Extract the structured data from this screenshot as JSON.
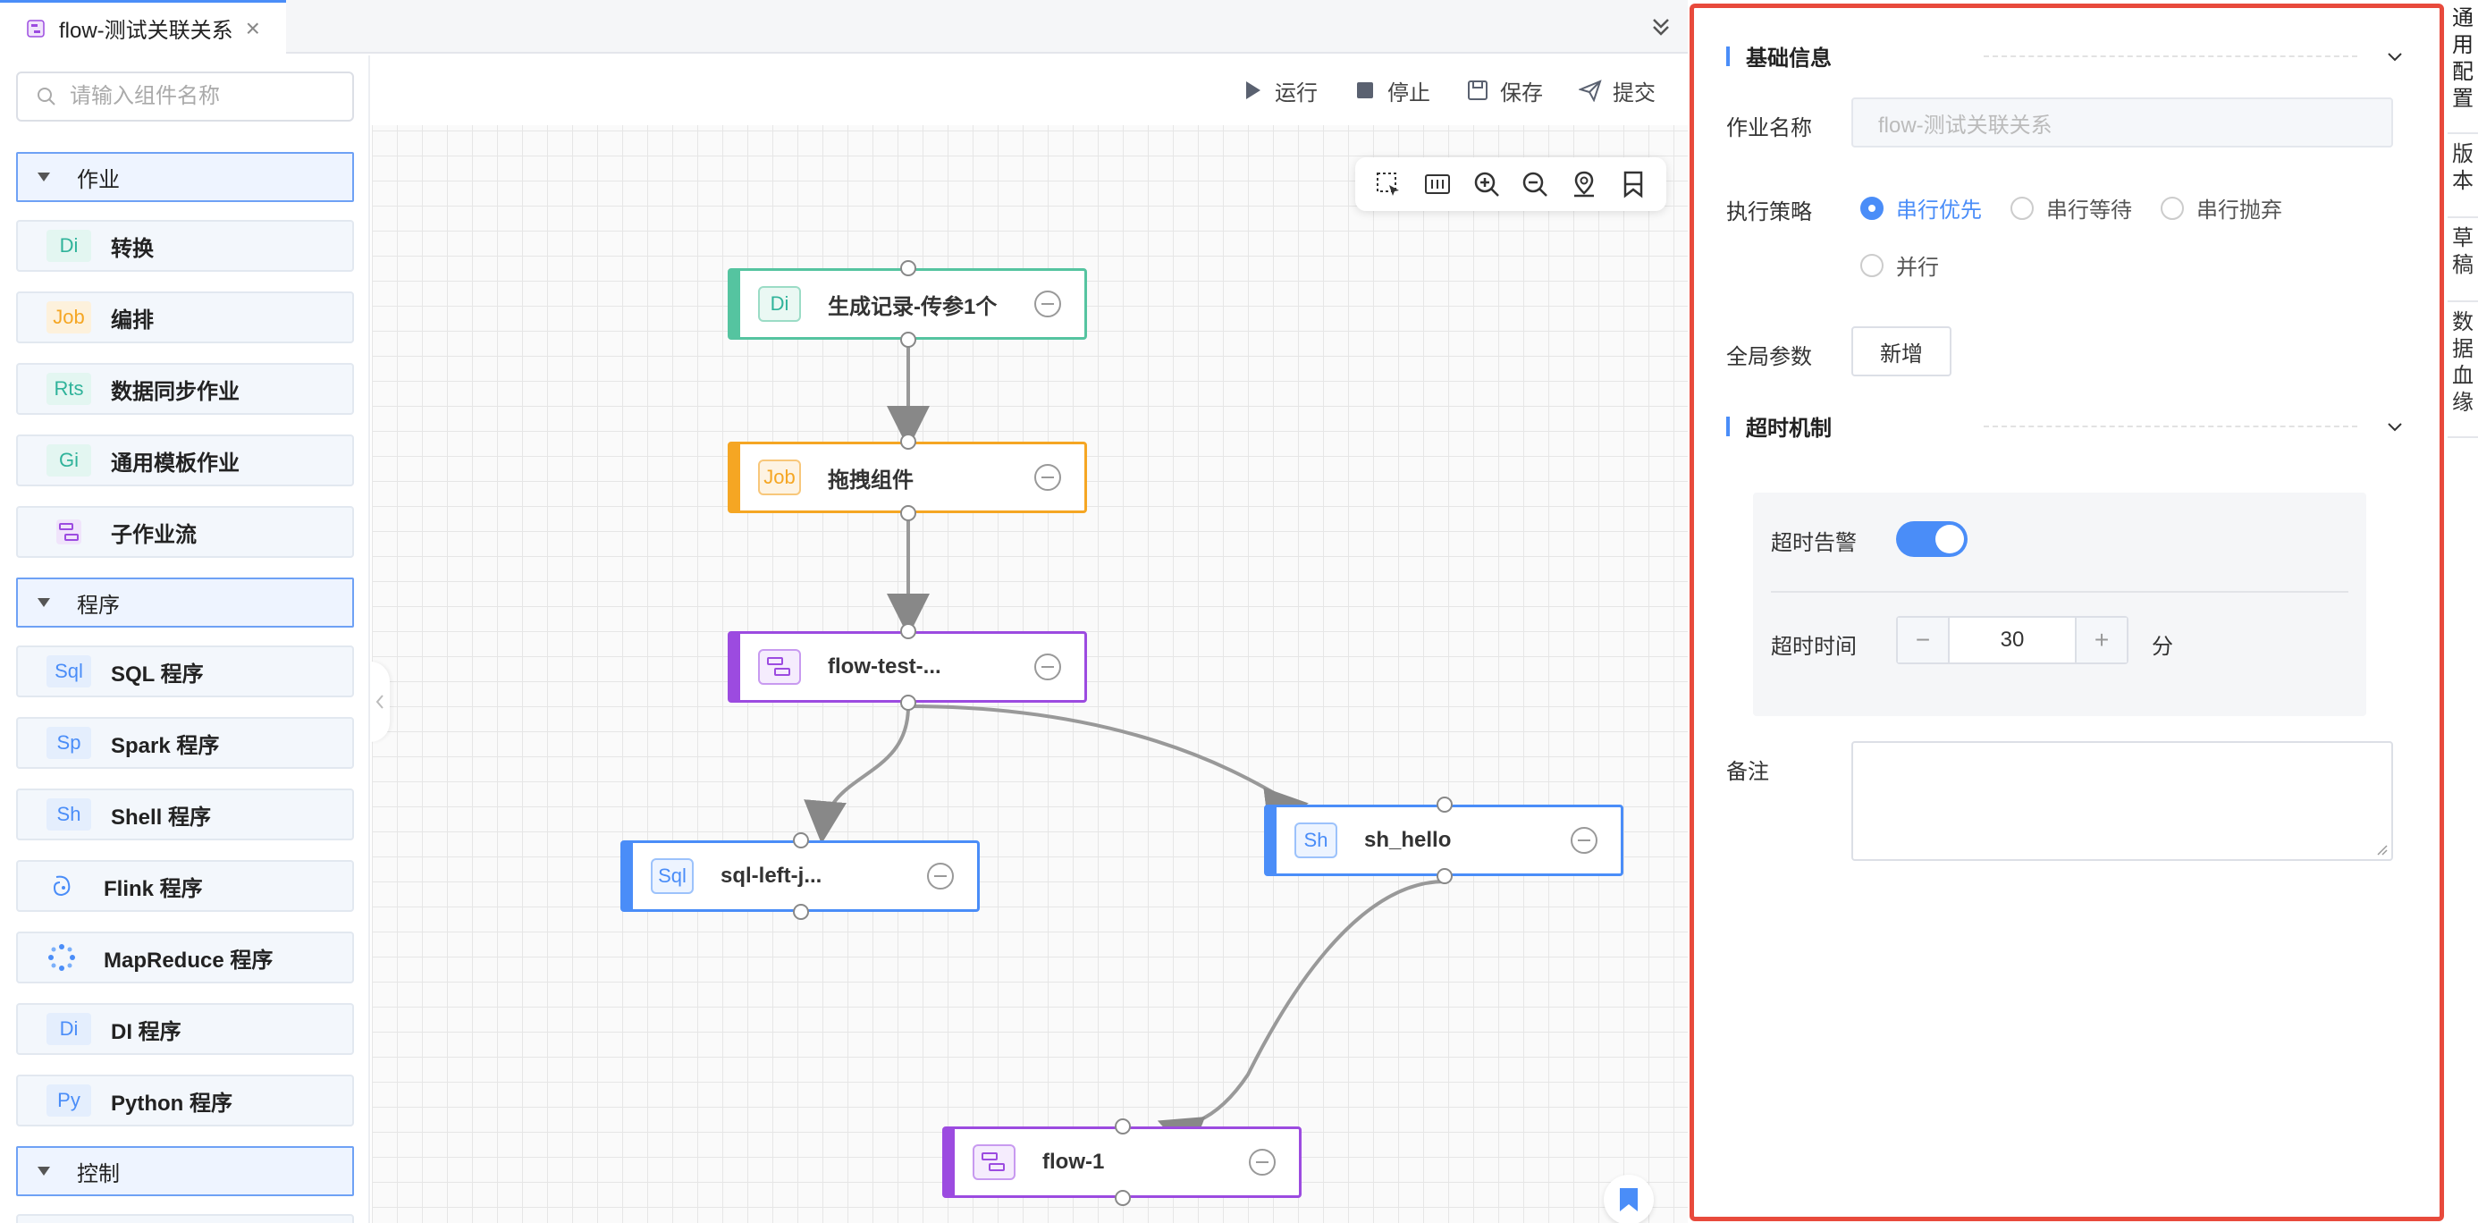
{
  "tab": {
    "title": "flow-测试关联关系"
  },
  "search": {
    "placeholder": "请输入组件名称"
  },
  "groups": {
    "job": "作业",
    "program": "程序",
    "control": "控制"
  },
  "job_items": [
    {
      "badge": "Di",
      "label": "转换",
      "color": "#2fb39a"
    },
    {
      "badge": "Job",
      "label": "编排",
      "color": "#f5a623"
    },
    {
      "badge": "Rts",
      "label": "数据同步作业",
      "color": "#2fb39a"
    },
    {
      "badge": "Gi",
      "label": "通用模板作业",
      "color": "#2fb39a"
    },
    {
      "badge": "",
      "label": "子作业流",
      "color": "#9c4be0",
      "icon": "subflow-icon"
    }
  ],
  "program_items": [
    {
      "badge": "Sql",
      "label": "SQL 程序",
      "color": "#4a8df8"
    },
    {
      "badge": "Sp",
      "label": "Spark 程序",
      "color": "#4a8df8"
    },
    {
      "badge": "Sh",
      "label": "Shell 程序",
      "color": "#4a8df8"
    },
    {
      "badge": "",
      "label": "Flink 程序",
      "color": "#4a8df8",
      "icon": "flink-icon"
    },
    {
      "badge": "",
      "label": "MapReduce 程序",
      "color": "#4a8df8",
      "icon": "mapreduce-icon"
    },
    {
      "badge": "Di",
      "label": "DI 程序",
      "color": "#4a8df8"
    },
    {
      "badge": "Py",
      "label": "Python 程序",
      "color": "#4a8df8"
    }
  ],
  "toolbar": {
    "run": "运行",
    "stop": "停止",
    "save": "保存",
    "submit": "提交"
  },
  "nodes": [
    {
      "id": "n1",
      "badge": "Di",
      "label": "生成记录-传参1个",
      "color": "#55c4a0"
    },
    {
      "id": "n2",
      "badge": "Job",
      "label": "拖拽组件",
      "color": "#f5a623"
    },
    {
      "id": "n3",
      "badge": "",
      "label": "flow-test-...",
      "color": "#9c4be0"
    },
    {
      "id": "n4",
      "badge": "Sql",
      "label": "sql-left-j...",
      "color": "#4a8df8"
    },
    {
      "id": "n5",
      "badge": "Sh",
      "label": "sh_hello",
      "color": "#4a8df8"
    },
    {
      "id": "n6",
      "badge": "",
      "label": "flow-1",
      "color": "#9c4be0"
    }
  ],
  "panel": {
    "basic_title": "基础信息",
    "job_name_label": "作业名称",
    "job_name_value": "flow-测试关联关系",
    "strategy_label": "执行策略",
    "strategies": [
      "串行优先",
      "串行等待",
      "串行抛弃",
      "并行"
    ],
    "strategy_selected": "串行优先",
    "global_params_label": "全局参数",
    "add_button": "新增",
    "timeout_title": "超时机制",
    "timeout_alert_label": "超时告警",
    "timeout_alert_on": true,
    "timeout_time_label": "超时时间",
    "timeout_value": "30",
    "timeout_unit": "分",
    "remark_label": "备注"
  },
  "side_tabs": [
    "通用配置",
    "版本",
    "草稿",
    "数据血缘"
  ],
  "colors": {
    "accent": "#4a8df8",
    "highlight_border": "#e84a3c"
  }
}
